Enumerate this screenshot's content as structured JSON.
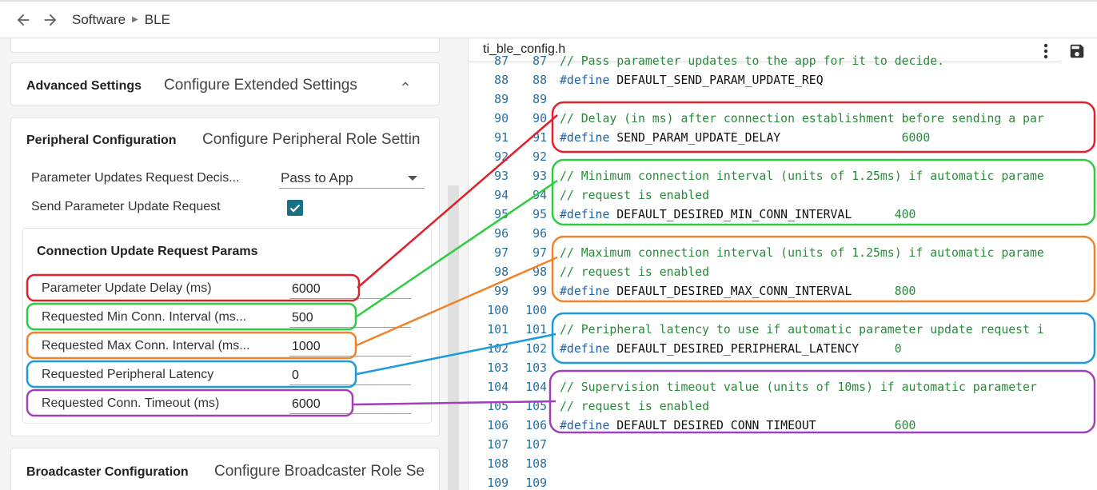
{
  "nav": {
    "back_icon": "arrow-left-icon",
    "forward_icon": "arrow-right-icon",
    "breadcrumb": [
      "Software",
      "BLE"
    ]
  },
  "advanced": {
    "title": "Advanced Settings",
    "desc": "Configure Extended Settings"
  },
  "peripheral": {
    "title": "Peripheral Configuration",
    "desc": "Configure Peripheral Role Settin",
    "param_req_label": "Parameter Updates Request Decis...",
    "param_req_value": "Pass to App",
    "send_update_label": "Send Parameter Update Request",
    "send_update_checked": true
  },
  "conn_update": {
    "title": "Connection Update Request Params",
    "params": [
      {
        "label": "Parameter Update Delay (ms)",
        "value": "6000"
      },
      {
        "label": "Requested Min Conn. Interval (ms...",
        "value": "500"
      },
      {
        "label": "Requested Max Conn. Interval (ms...",
        "value": "1000"
      },
      {
        "label": "Requested Peripheral Latency",
        "value": "0"
      },
      {
        "label": "Requested Conn. Timeout (ms)",
        "value": "6000"
      }
    ]
  },
  "broadcaster": {
    "title": "Broadcaster Configuration",
    "desc": "Configure Broadcaster Role Se"
  },
  "editor": {
    "filename": "ti_ble_config.h",
    "more_icon": "more-vert-icon",
    "save_icon": "save-icon",
    "lines": [
      {
        "n": "87",
        "text": "// Pass parameter updates to the app for it to decide."
      },
      {
        "n": "88",
        "text": "#define DEFAULT_SEND_PARAM_UPDATE_REQ"
      },
      {
        "n": "89",
        "text": ""
      },
      {
        "n": "90",
        "text": "// Delay (in ms) after connection establishment before sending a par"
      },
      {
        "n": "91",
        "text": "#define SEND_PARAM_UPDATE_DELAY                 6000"
      },
      {
        "n": "92",
        "text": ""
      },
      {
        "n": "93",
        "text": "// Minimum connection interval (units of 1.25ms) if automatic parame"
      },
      {
        "n": "94",
        "text": "// request is enabled"
      },
      {
        "n": "95",
        "text": "#define DEFAULT_DESIRED_MIN_CONN_INTERVAL      400"
      },
      {
        "n": "96",
        "text": ""
      },
      {
        "n": "97",
        "text": "// Maximum connection interval (units of 1.25ms) if automatic parame"
      },
      {
        "n": "98",
        "text": "// request is enabled"
      },
      {
        "n": "99",
        "text": "#define DEFAULT_DESIRED_MAX_CONN_INTERVAL      800"
      },
      {
        "n": "100",
        "text": ""
      },
      {
        "n": "101",
        "text": "// Peripheral latency to use if automatic parameter update request i"
      },
      {
        "n": "102",
        "text": "#define DEFAULT_DESIRED_PERIPHERAL_LATENCY     0"
      },
      {
        "n": "103",
        "text": ""
      },
      {
        "n": "104",
        "text": "// Supervision timeout value (units of 10ms) if automatic parameter"
      },
      {
        "n": "105",
        "text": "// request is enabled"
      },
      {
        "n": "106",
        "text": "#define DEFAULT_DESIRED_CONN_TIMEOUT           600"
      },
      {
        "n": "107",
        "text": ""
      },
      {
        "n": "108",
        "text": ""
      },
      {
        "n": "109",
        "text": ""
      }
    ]
  },
  "colors": {
    "red": "#e0202a",
    "green": "#2ecc40",
    "orange": "#f0822a",
    "blue": "#1a9be0",
    "purple": "#a040b8"
  }
}
